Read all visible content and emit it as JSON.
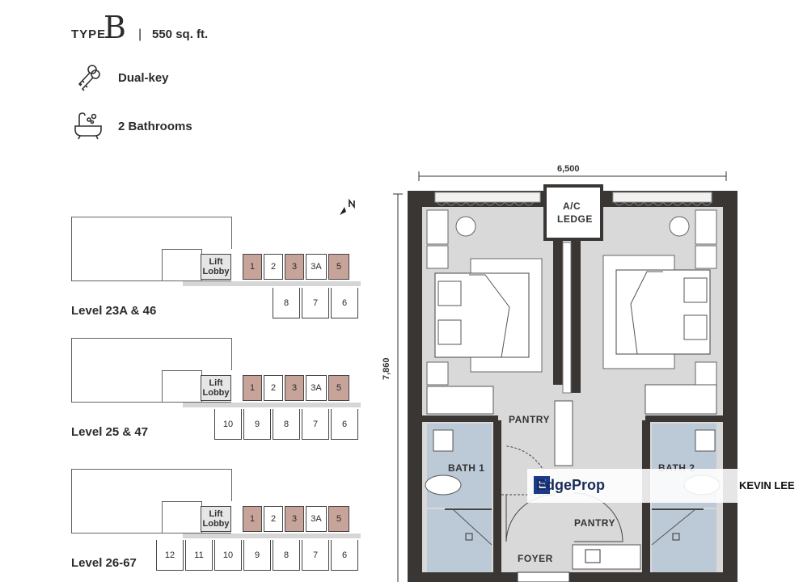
{
  "header": {
    "type_prefix": "TYPE",
    "type_letter": "B",
    "separator": "|",
    "size": "550 sq. ft."
  },
  "features": [
    {
      "icon": "keys-icon",
      "label": "Dual-key"
    },
    {
      "icon": "bathtub-icon",
      "label": "2 Bathrooms"
    }
  ],
  "keyplans": [
    {
      "label": "Level 23A & 46",
      "top_units": [
        "Lift Lobby",
        "1",
        "2",
        "3",
        "3A",
        "5"
      ],
      "bottom_units": [
        "8",
        "7",
        "6"
      ]
    },
    {
      "label": "Level 25 & 47",
      "top_units": [
        "Lift Lobby",
        "1",
        "2",
        "3",
        "3A",
        "5"
      ],
      "bottom_units": [
        "10",
        "9",
        "8",
        "7",
        "6"
      ]
    },
    {
      "label": "Level 26-67",
      "top_units": [
        "Lift Lobby",
        "1",
        "2",
        "3",
        "3A",
        "5"
      ],
      "bottom_units": [
        "12",
        "11",
        "10",
        "9",
        "8",
        "7",
        "6"
      ]
    }
  ],
  "lobby": {
    "line1": "Lift",
    "line2": "Lobby"
  },
  "highlight_units": [
    "1",
    "3",
    "5"
  ],
  "colors": {
    "highlight": "#c7a39a",
    "bath": "#bcc9d6",
    "floor": "#d9d9d9",
    "wall": "#3a3634"
  },
  "floorplan": {
    "width_dim": "6,500",
    "depth_dim": "7,860",
    "rooms": {
      "ac_ledge_1": "A/C",
      "ac_ledge_2": "LEDGE",
      "pantry_top": "PANTRY",
      "bath1": "BATH 1",
      "bath2": "BATH 2",
      "pantry_bottom": "PANTRY",
      "foyer": "FOYER"
    }
  },
  "watermark": {
    "brand": "EdgeProp",
    "agent": "KEVIN LEE"
  }
}
